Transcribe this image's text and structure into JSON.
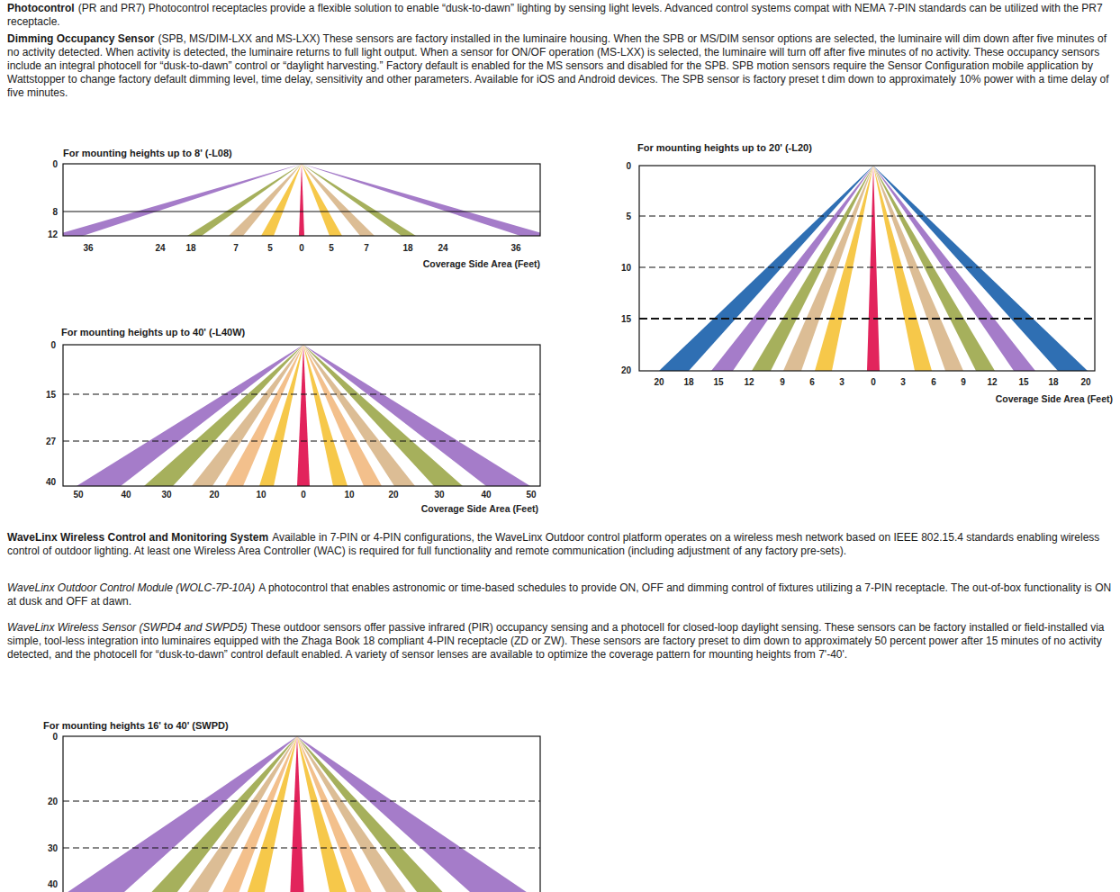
{
  "diagram": {
    "labels": [
      "Photocontrol",
      "(PR and PR7) Photocontrol receptacles provide a flexible solution to enable “dusk-to-dawn” lighting by sensing light levels. Advanced control systems compat with NEMA 7-PIN standards can be utilized with the PR7 receptacle.",
      "Dimming Occupancy Sensor",
      "(SPB, MS/DIM-LXX and MS-LXX) These sensors are factory installed in the luminaire housing. When the SPB or MS/DIM sensor options are selected, the luminaire will dim down after five minutes of no activity detected. When activity is detected, the luminaire returns to full light output. When a sensor for ON/OF operation (MS-LXX) is selected, the luminaire will turn off after five minutes of no activity. These occupancy sensors include an integral photocell for “dusk-to-dawn” control or “daylight harvesting.” Factory default is enabled for the MS sensors and disabled for the SPB. SPB motion sensors require the Sensor Configuration mobile application by Wattstopper to change factory default dimming level, time delay, sensitivity and other parameters. Available for iOS and Android devices. The SPB sensor is factory preset t dim down to approximately 10% power with a time delay of five minutes.",
      "For mounting heights up to 8' (-L08)",
      "0",
      "8",
      "12",
      "36",
      "24",
      "18",
      "7",
      "5",
      "0",
      "5",
      "7",
      "18",
      "24",
      "36",
      "Coverage Side Area (Feet)",
      "For mounting heights up to 40' (-L40W)",
      "0",
      "15",
      "27",
      "40",
      "50",
      "40",
      "30",
      "20",
      "10",
      "0",
      "10",
      "20",
      "30",
      "40",
      "50",
      "Coverage Side Area (Feet)",
      "For mounting heights up to 20' (-L20)",
      "0",
      "5",
      "10",
      "15",
      "20",
      "20",
      "18",
      "15",
      "12",
      "9",
      "6",
      "3",
      "0",
      "3",
      "6",
      "9",
      "12",
      "15",
      "18",
      "20",
      "Coverage Side Area (Feet)",
      "WaveLinx Wireless Control and Monitoring System",
      "Available in 7-PIN or 4-PIN configurations, the WaveLinx Outdoor control platform operates on a wireless mesh network based on IEEE 802.15.4 standards enabling wireless control of outdoor lighting. At least one Wireless Area Controller (WAC) is required for full functionality and remote communication (including adjustment of any factory pre-sets).",
      "WaveLinx Outdoor Control Module (WOLC-7P-10A)",
      "A photocontrol that enables astronomic or time-based schedules to provide ON, OFF and dimming control of fixtures utilizing a 7-PIN receptacle. The out-of-box functionality is ON at dusk and OFF at dawn.",
      "WaveLinx Wireless Sensor (SWPD4 and SWPD5)",
      "These outdoor sensors offer passive infrared (PIR) occupancy sensing and a photocell for closed-loop daylight sensing. These sensors can be factory installed or field-installed via simple, tool-less integration into luminaires equipped with the Zhaga Book 18 compliant 4-PIN receptacle (ZD or ZW). These sensors are factory preset to dim down to approximately 50 percent power after 15 minutes of no activity detected, and the photocell for “dusk-to-dawn” control default enabled. A variety of sensor lenses are available to optimize the coverage pattern for mounting heights from 7'-40'.",
      "For mounting heights 16' to 40' (SWPD)",
      "0",
      "20",
      "30",
      "40"
    ]
  }
}
